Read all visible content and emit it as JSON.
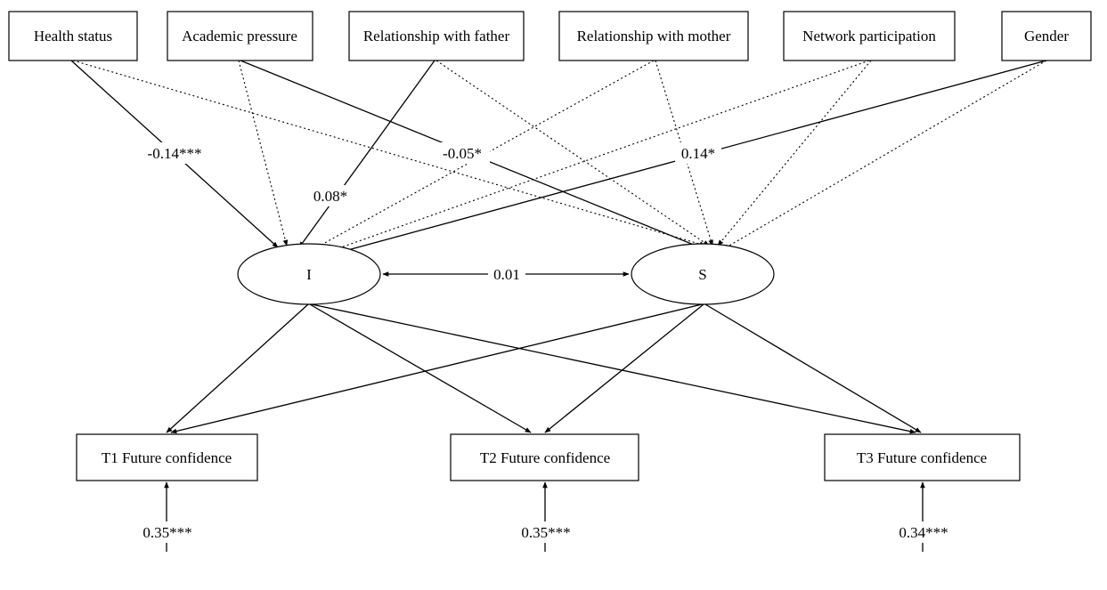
{
  "nodes": {
    "health_status": "Health status",
    "academic_pressure": "Academic pressure",
    "relationship_father": "Relationship with father",
    "relationship_mother": "Relationship with mother",
    "network_participation": "Network participation",
    "gender": "Gender",
    "intercept": "I",
    "slope": "S",
    "t1": "T1 Future confidence",
    "t2": "T2 Future confidence",
    "t3": "T3 Future confidence"
  },
  "coefficients": {
    "health_to_I": "-0.14***",
    "academic_to_S": "-0.05*",
    "father_to_I": "0.08*",
    "gender_to_I": "0.14*",
    "I_S_covariance": "0.01",
    "t1_residual": "0.35***",
    "t2_residual": "0.35***",
    "t3_residual": "0.34***"
  },
  "colors": {
    "stroke": "#000000",
    "background": "#ffffff"
  }
}
